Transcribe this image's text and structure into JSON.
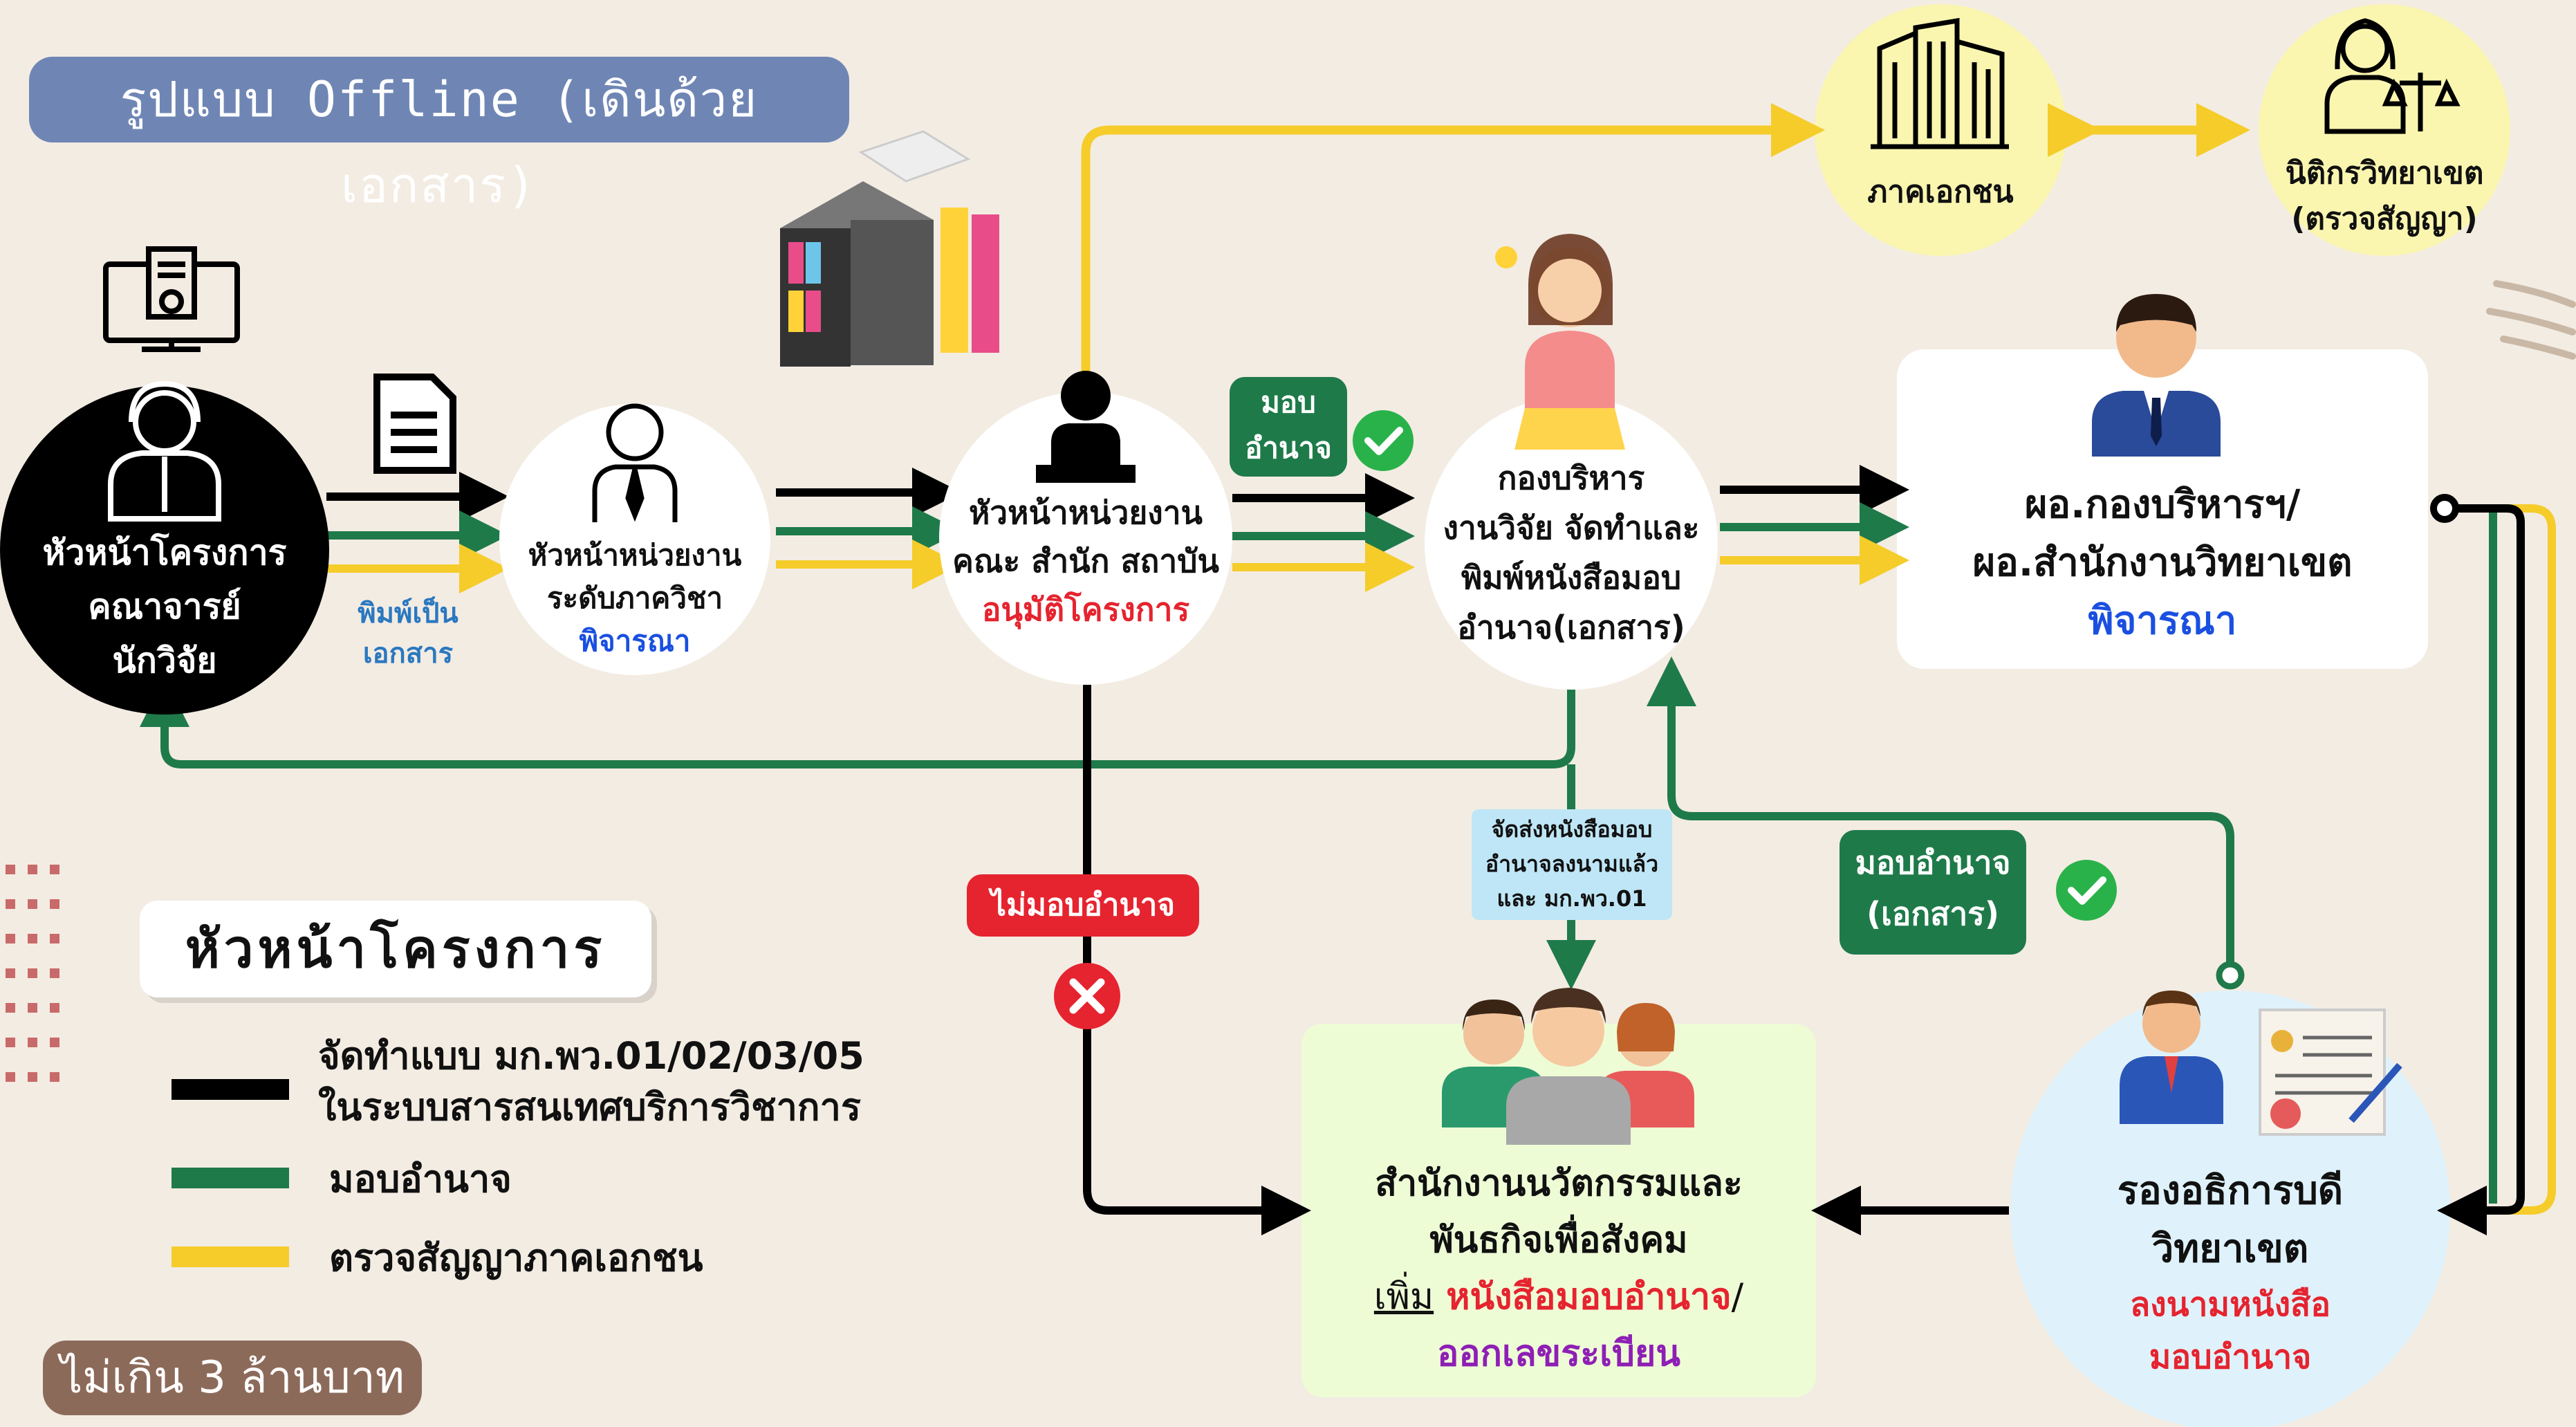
{
  "title": "รูปแบบ Offline (เดินด้วยเอกสาร)",
  "budget_note": "ไม่เกิน 3 ล้านบาท",
  "nodes": {
    "researcher": [
      "หัวหน้าโครงการ",
      "คณาจารย์",
      "นักวิจัย"
    ],
    "dept_head": [
      "หัวหน้าหน่วยงาน",
      "ระดับภาควิชา"
    ],
    "dept_head_action": "พิจารณา",
    "faculty_head": [
      "หัวหน้าหน่วยงาน",
      "คณะ สำนัก สถาบัน"
    ],
    "faculty_head_action": "อนุมัติโครงการ",
    "research_admin": [
      "กองบริหาร",
      "งานวิจัย จัดทำและ",
      "พิมพ์หนังสือมอบ",
      "อำนาจ(เอกสาร)"
    ],
    "director": [
      "ผอ.กองบริหารฯ/",
      "ผอ.สำนักงานวิทยาเขต"
    ],
    "director_action": "พิจารณา",
    "private_sector": "ภาคเอกชน",
    "lawyer": [
      "นิติกรวิทยาเขต",
      "(ตรวจสัญญา)"
    ],
    "vice_president": [
      "รองอธิการบดี",
      "วิทยาเขต"
    ],
    "vice_president_action": [
      "ลงนามหนังสือ",
      "มอบอำนาจ"
    ],
    "innovation_office": [
      "สำนักงานนวัตกรรมและ",
      "พันธกิจเพื่อสังคม"
    ],
    "innovation_add": "เพิ่ม",
    "innovation_doc": "หนังสือมอบอำนาจ",
    "innovation_slash": "/",
    "innovation_register": "ออกเลขระเบียน"
  },
  "labels": {
    "print_doc": [
      "พิมพ์เป็น",
      "เอกสาร"
    ],
    "delegate_small": [
      "มอบ",
      "อำนาจ"
    ],
    "send_signed": [
      "จัดส่งหนังสือมอบ",
      "อำนาจลงนามแล้ว",
      "และ มก.พว.01"
    ],
    "no_delegate": "ไม่มอบอำนาจ",
    "delegate_doc": [
      "มอบอำนาจ",
      "(เอกสาร)"
    ]
  },
  "legend": {
    "title": "หัวหน้าโครงการ",
    "items": [
      {
        "label": [
          "จัดทำแบบ มก.พว.01/02/03/05",
          "ในระบบสารสนเทศบริการวิชาการ"
        ],
        "color": "#000000"
      },
      {
        "label": [
          "มอบอำนาจ"
        ],
        "color": "#1f7a4a"
      },
      {
        "label": [
          "ตรวจสัญญาภาคเอกชน"
        ],
        "color": "#f5cc2a"
      }
    ]
  },
  "colors": {
    "black": "#000000",
    "green": "#1f7a4a",
    "yellow": "#f5cc2a",
    "blue": "#1a4fe0",
    "red": "#e5242f",
    "purple": "#8e1fb5",
    "pale_yellow": "#faf6b0",
    "pale_blue": "#dff2fb",
    "pale_green": "#eefcd6"
  }
}
